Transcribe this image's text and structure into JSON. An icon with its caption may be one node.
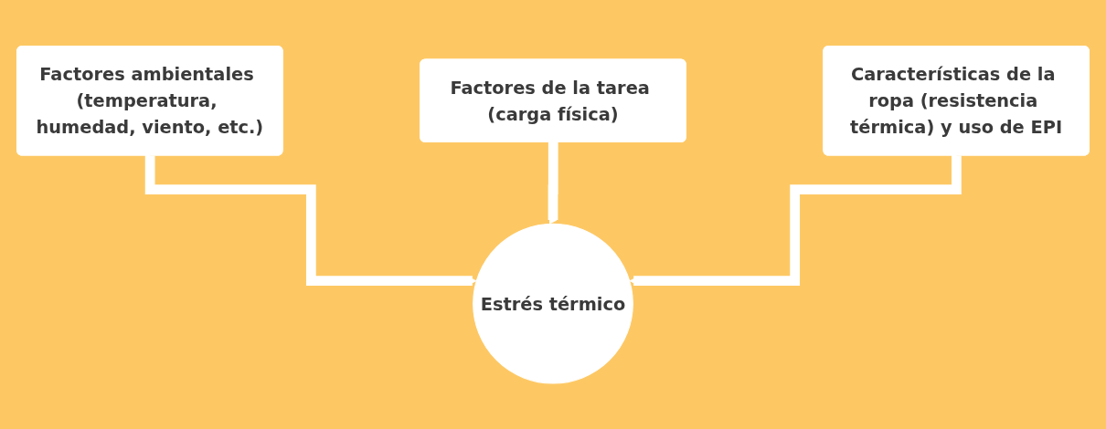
{
  "diagram": {
    "nodes": [
      {
        "text": [
          "Factores ambientales (temperatura, humedad, viento, etc.)"
        ]
      },
      {
        "text": [
          "Factores de la tarea (carga física)"
        ]
      },
      {
        "text": [
          "Características de la ropa (resistencia térmica) y uso de EPI"
        ]
      },
      {
        "text": [
          "Estrés térmico"
        ]
      }
    ],
    "edges": [
      {
        "from": 0,
        "to": 3,
        "arrow": "to"
      },
      {
        "from": 1,
        "to": 3,
        "arrow": "to"
      },
      {
        "from": 2,
        "to": 3,
        "arrow": "to"
      }
    ]
  }
}
